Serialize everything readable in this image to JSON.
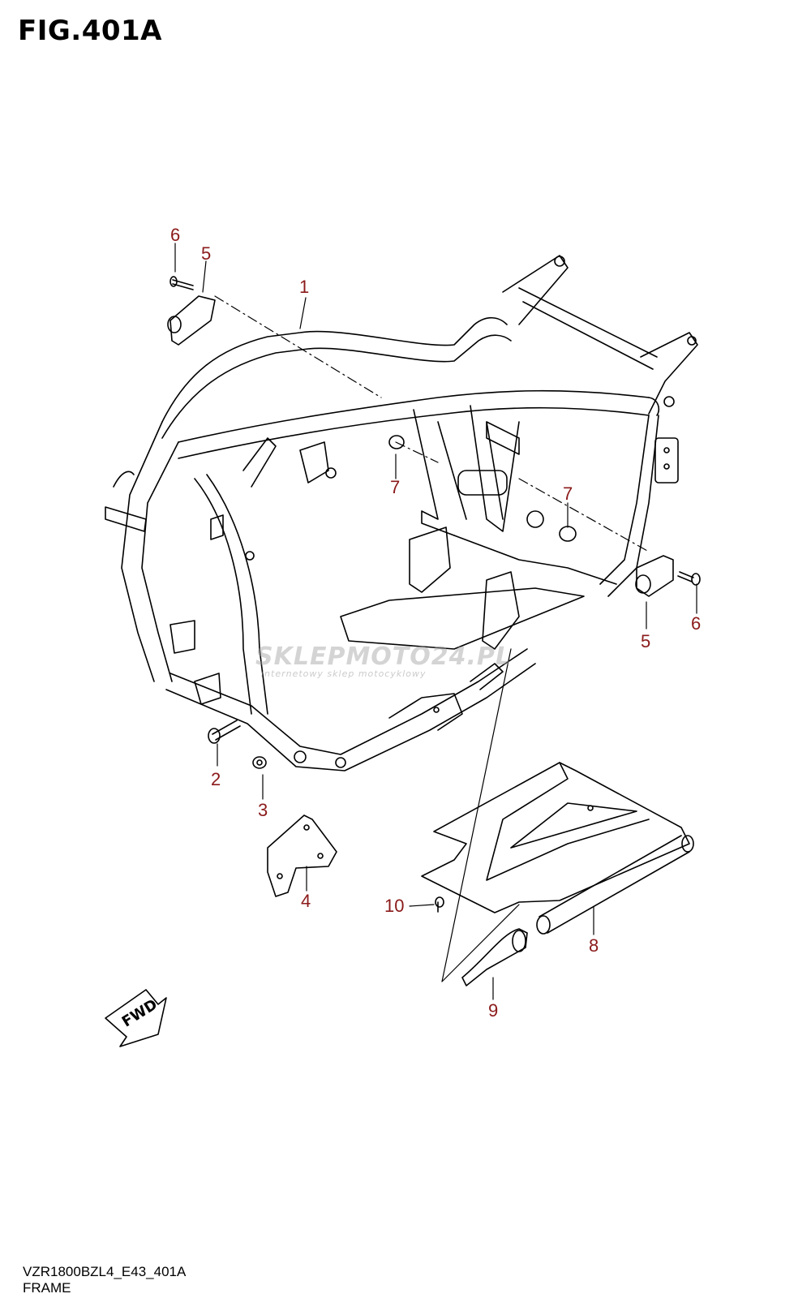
{
  "figure": {
    "title": "FIG.401A",
    "code": "VZR1800BZL4_E43_401A",
    "name": "FRAME"
  },
  "watermark": {
    "text": "SKLEPMOTO24.PL",
    "subtext": "internetowy sklep motocyklowy"
  },
  "direction_marker": "FWD",
  "callouts": [
    {
      "id": "c1",
      "number": "1"
    },
    {
      "id": "c2",
      "number": "2"
    },
    {
      "id": "c3",
      "number": "3"
    },
    {
      "id": "c4",
      "number": "4"
    },
    {
      "id": "c5a",
      "number": "5"
    },
    {
      "id": "c5b",
      "number": "5"
    },
    {
      "id": "c6a",
      "number": "6"
    },
    {
      "id": "c6b",
      "number": "6"
    },
    {
      "id": "c7a",
      "number": "7"
    },
    {
      "id": "c7b",
      "number": "7"
    },
    {
      "id": "c8",
      "number": "8"
    },
    {
      "id": "c9",
      "number": "9"
    },
    {
      "id": "c10",
      "number": "10"
    }
  ],
  "colors": {
    "callout": "#8b1a1a",
    "line": "#000000",
    "background": "#ffffff"
  }
}
